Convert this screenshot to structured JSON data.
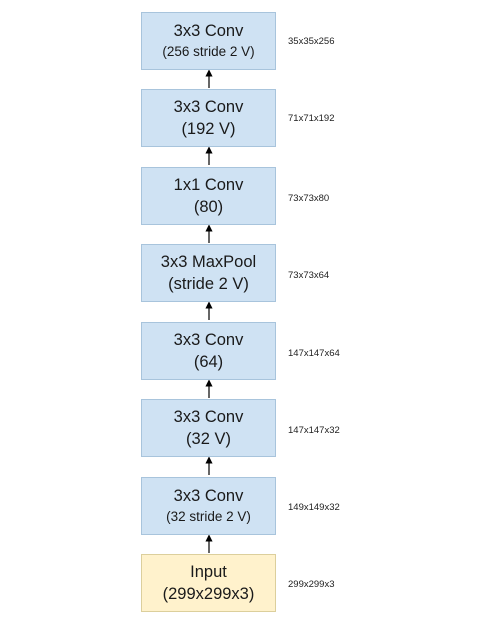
{
  "layers": [
    {
      "title": "3x3 Conv",
      "detail": "(256 stride 2 V)",
      "shape": "35x35x256"
    },
    {
      "title": "3x3 Conv",
      "detail": "(192 V)",
      "shape": "71x71x192"
    },
    {
      "title": "1x1 Conv",
      "detail": "(80)",
      "shape": "73x73x80"
    },
    {
      "title": "3x3 MaxPool",
      "detail": "(stride 2 V)",
      "shape": "73x73x64"
    },
    {
      "title": "3x3 Conv",
      "detail": "(64)",
      "shape": "147x147x64"
    },
    {
      "title": "3x3 Conv",
      "detail": "(32 V)",
      "shape": "147x147x32"
    },
    {
      "title": "3x3 Conv",
      "detail": "(32 stride 2 V)",
      "shape": "149x149x32"
    },
    {
      "title": "Input",
      "detail": "(299x299x3)",
      "shape": "299x299x3"
    }
  ],
  "colors": {
    "layer_fill": "#cfe2f3",
    "input_fill": "#fff2cc",
    "arrow": "#000000"
  }
}
